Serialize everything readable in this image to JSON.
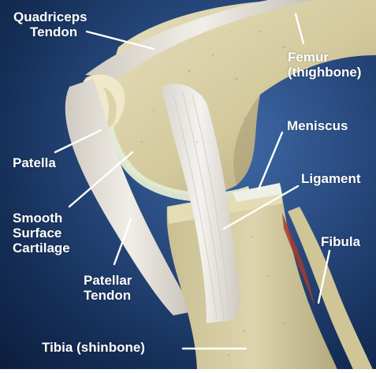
{
  "labels": {
    "quadriceps": [
      "Quadriceps",
      "Tendon"
    ],
    "femur": [
      "Femur",
      "(thighbone)"
    ],
    "meniscus": "Meniscus",
    "patella": "Patella",
    "ligament": "Ligament",
    "cartilage": [
      "Smooth",
      "Surface",
      "Cartilage"
    ],
    "fibula": "Fibula",
    "patellar_tendon": [
      "Patellar",
      "Tendon"
    ],
    "tibia": "Tibia (shinbone)"
  },
  "colors": {
    "background": "#1f3d6e",
    "bone": "#d8cfa6",
    "bone_shadow": "#a89d74",
    "tendon": "#e8e4dc",
    "cartilage": "#e4ecd6",
    "muscle": "#a83a2a",
    "leader_line": "#ffffff"
  }
}
